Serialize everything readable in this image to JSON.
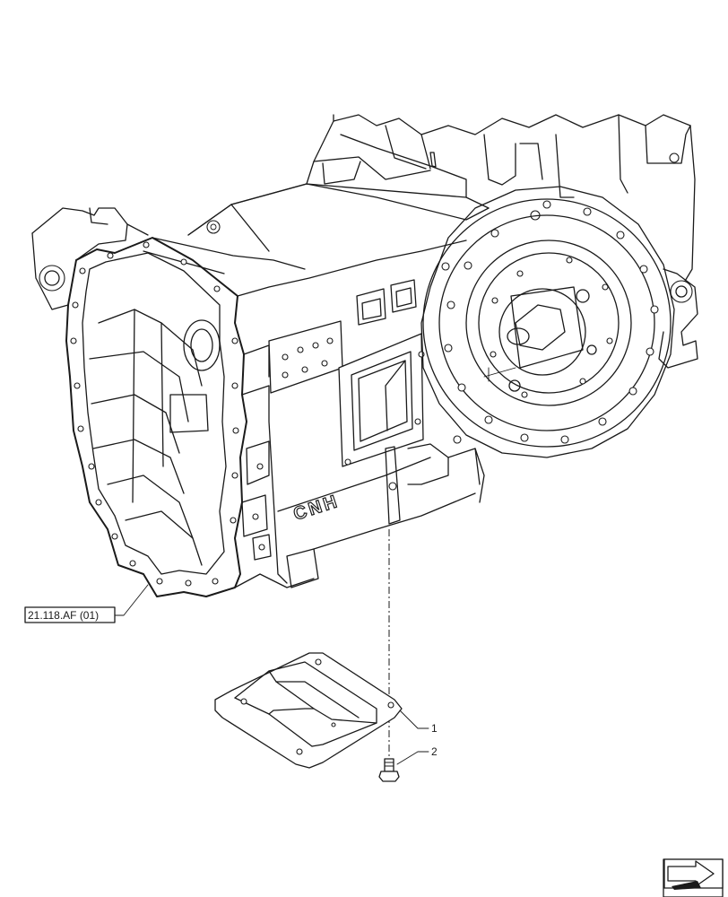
{
  "diagram": {
    "reference_label": "21.118.AF (01)",
    "brand_marking": "CNH",
    "callouts": [
      {
        "number": "1",
        "part": "cover-plate"
      },
      {
        "number": "2",
        "part": "bolt"
      }
    ],
    "nav_icon": "next-page-arrow-icon"
  }
}
